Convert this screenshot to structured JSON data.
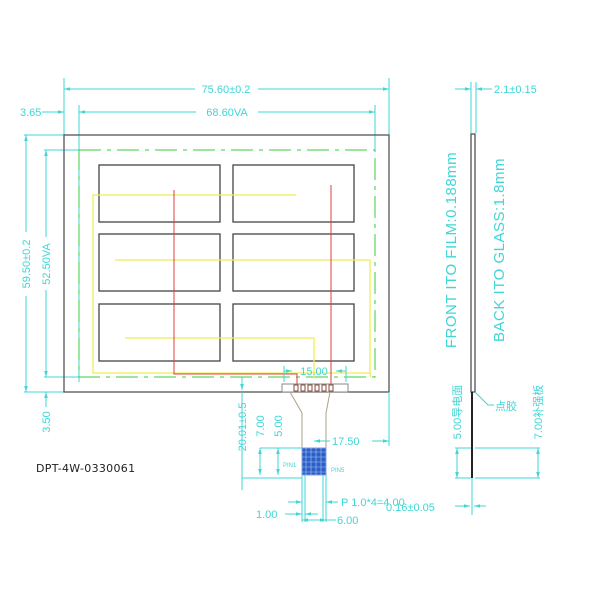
{
  "part_number": "DPT-4W-0330061",
  "colors": {
    "dimension": "#3fd6d6",
    "outline": "#555555",
    "view_area": "#3ccc3c",
    "trace_yellow": "#eeee55",
    "trace_red": "#d84040",
    "connector_blue": "#2a5fc8"
  },
  "front_view": {
    "outer_width": "75.60±0.2",
    "view_area_width": "68.60VA",
    "left_offset": "3.65",
    "outer_height": "59.50±0.2",
    "view_area_height": "52.50VA",
    "bottom_offset": "3.50",
    "key_count": 6,
    "fpc_width_top": "15.00"
  },
  "fpc": {
    "length": "20.01±0.5",
    "stiffener_length": "7.00",
    "contact_length": "5.00",
    "offset_right": "17.50",
    "pin_left_label": "PIN1",
    "pin_right_label": "PIN5",
    "edge_margin": "1.00",
    "contact_width": "6.00",
    "pitch": "P  1.0*4=4.00",
    "thickness": "0.16±0.05"
  },
  "side_view": {
    "total_thickness": "2.1±0.15",
    "front_layer": "FRONT  ITO  FILM:0.188mm",
    "back_layer": "BACK  ITO  GLASS:1.8mm",
    "glue_label": "点胶",
    "conductive_length": "5.00导电面",
    "stiffener_length": "7.00补强板"
  }
}
